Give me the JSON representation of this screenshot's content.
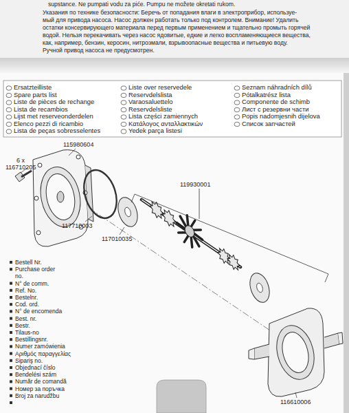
{
  "diagram": {
    "labels": [
      "supstance. Ne pumpati vodu za piće. Pumpu ne možete okretati rukom.",
      "Указания по технике безопасности: Беречь от попадания влаги в электроприбор, используе-",
      "мый для привода насоса. Насос должен работать только под контролем. Внимание! Удалить",
      "остатки консервирующего материала перед первым применением и тщательно промыть горячей",
      "водой. Нельзя перекачивать через насос ядовитые, едкие и легко воспламеняющиеся вещества,",
      "как, например, бензин, керосин, нитроэмали, взрывоопасные вещества и питьевую воду.",
      "Ручной привод насоса не предусмотрен.",
      "Ersatzteilliste",
      "Spare parts list",
      "Liste de pièces de rechange",
      "Lista de recambios",
      "Lijst met reserveonderdelen",
      "Elenco pezzi di ricambio",
      "Lista de peças sobresselentes",
      "Liste over reservedele",
      "Reservdelslista",
      "Varaosaluettelo",
      "Reservdelsliste",
      "Lista części zamiennych",
      "Κατάλογος ανταλλακτικών",
      "Yedek parça listesi",
      "Seznam náhradních dílů",
      "Pótalkatrész lista",
      "Componente de schimb",
      "Лист с резервни части",
      "Popis nadomjesnih dijelova",
      "Список запчастей",
      "6 x",
      "116710205",
      "115980604",
      "117710003",
      "117010035",
      "119930001",
      "116610006",
      "Bestell Nr.",
      "Purchase order no.",
      "N° de comm.",
      "Ref. No.",
      "Bestelnr.",
      "Cod. ord.",
      "N° de encomenda",
      "Best. nr.",
      "Bestr.",
      "Tilaus-no",
      "Bestillingsnr.",
      "Numer zamówienia",
      "Αριθμός παραγγελίας",
      "Sipariş no.",
      "Objednací číslo",
      "Bendelési szám",
      "Număr de comandă",
      "Номер за поръчка",
      "Broj za narudžbu"
    ]
  }
}
